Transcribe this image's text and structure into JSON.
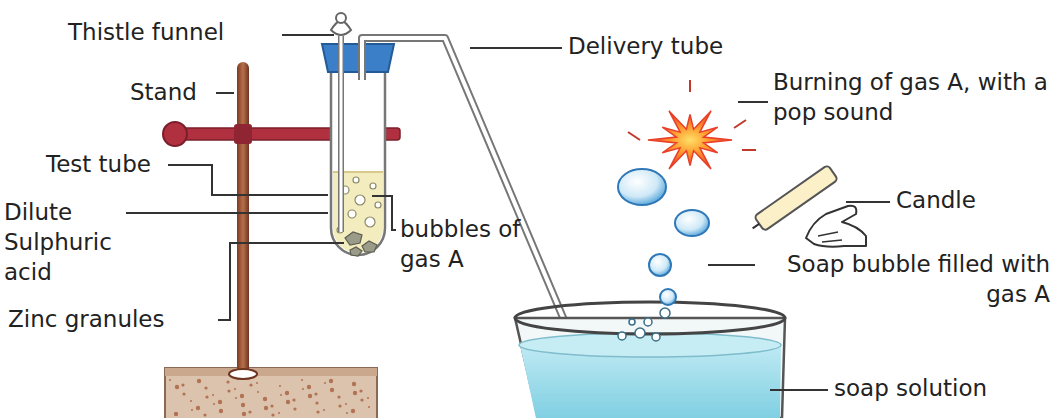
{
  "diagram": {
    "labels": [
      "Thistle funnel",
      "Delivery tube",
      "Burning of gas A, with a pop sound",
      "Stand",
      "Test tube",
      "Candle",
      "Dilute Sulphuric acid",
      "bubbles of gas A",
      "Soap bubble filled with gas A",
      "Zinc granules",
      "soap solution"
    ]
  }
}
